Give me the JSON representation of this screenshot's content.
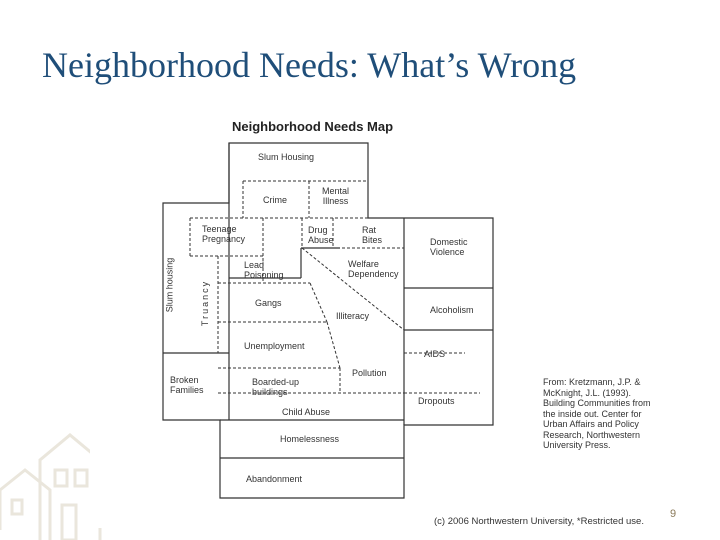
{
  "slide": {
    "title": "Neighborhood Needs: What’s Wrong",
    "page_number": "9",
    "footer": "(c) 2006 Northwestern University, *Restricted use."
  },
  "map": {
    "heading": "Neighborhood Needs Map",
    "cells": {
      "slum_housing_top": "Slum Housing",
      "crime": "Crime",
      "mental_illness": "Mental\nIllness",
      "teenage_pregnancy": "Teenage\nPregnancy",
      "drug_abuse": "Drug\nAbuse",
      "rat_bites": "Rat\nBites",
      "domestic_violence": "Domestic\nViolence",
      "slum_housing_side": "Slum housing",
      "truancy": "Truancy",
      "lead_poisoning": "Lead\nPoisoning",
      "welfare_dependency": "Welfare\nDependency",
      "gangs": "Gangs",
      "alcoholism": "Alcoholism",
      "illiteracy": "Illiteracy",
      "unemployment": "Unemployment",
      "aids": "AIDS",
      "pollution": "Pollution",
      "broken_families": "Broken\nFamilies",
      "boarded_up_buildings": "Boarded-up\nbuildings",
      "dropouts": "Dropouts",
      "child_abuse": "Child Abuse",
      "homelessness": "Homelessness",
      "abandonment": "Abandonment"
    },
    "citation": "From: Kretzmann, J.P. & McKnight, J.L. (1993). Building Communities from the inside out. Center for Urban Affairs and Policy Research, Northwestern University Press."
  },
  "colors": {
    "title": "#1f4e79",
    "line": "#333333",
    "decor": "#eae6dc"
  }
}
